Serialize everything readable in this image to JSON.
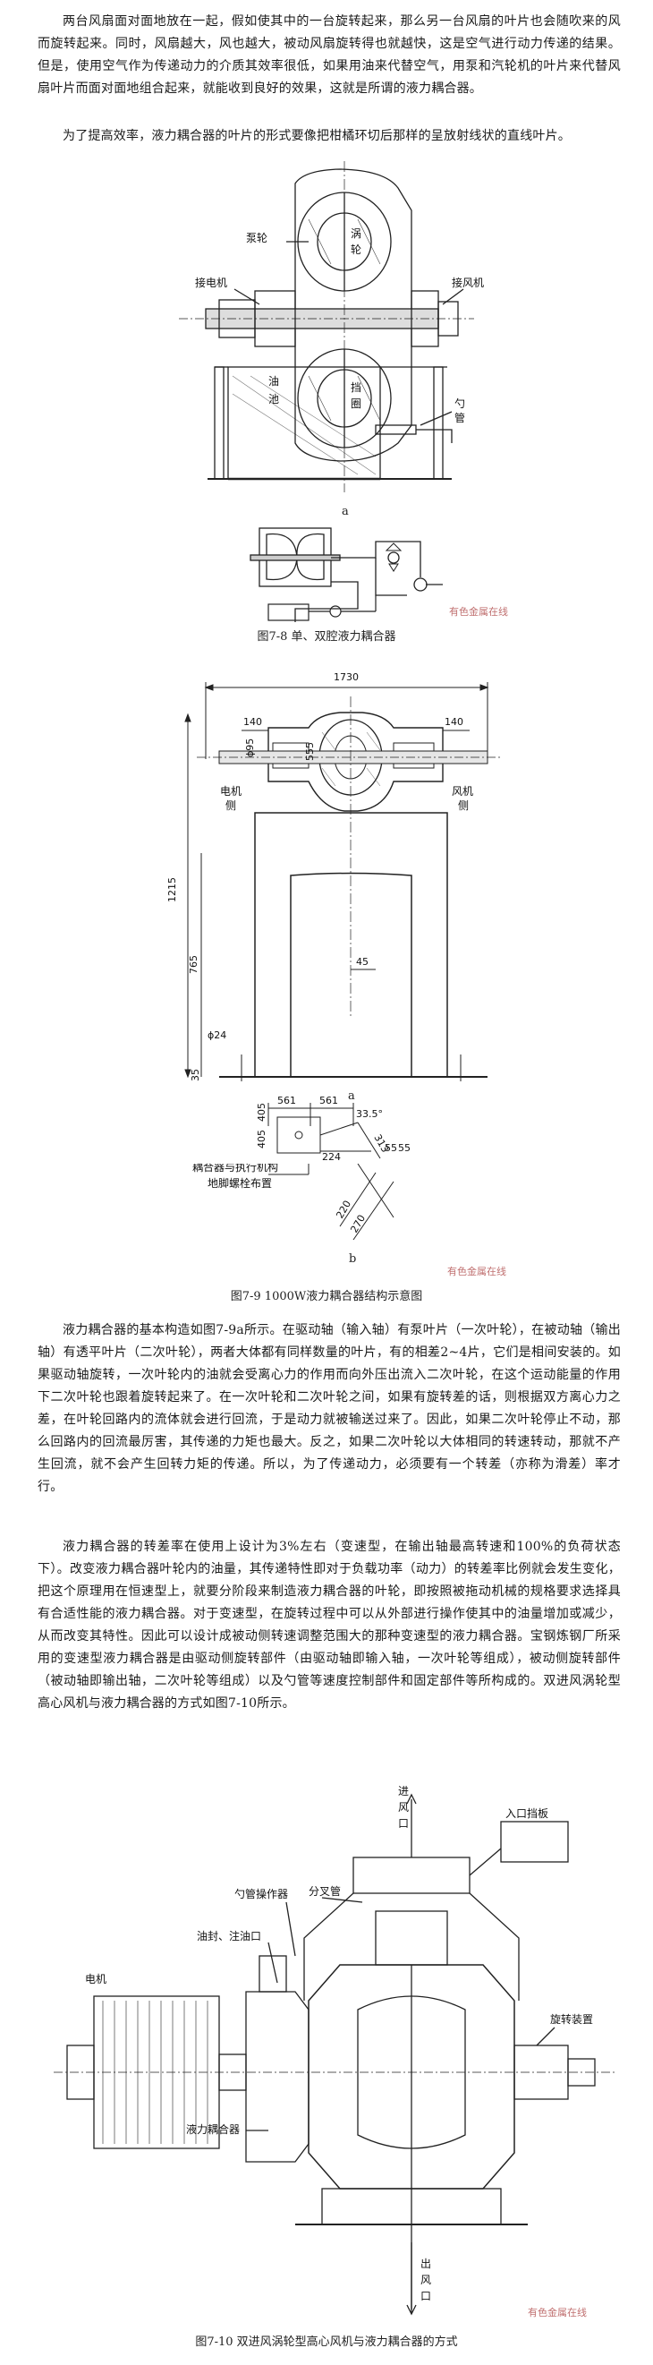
{
  "paragraphs": {
    "p1": "两台风扇面对面地放在一起，假如使其中的一台旋转起来，那么另一台风扇的叶片也会随吹来的风而旋转起来。同时，风扇越大，风也越大，被动风扇旋转得也就越快，这是空气进行动力传递的结果。但是，使用空气作为传递动力的介质其效率很低，如果用油来代替空气，用泵和汽轮机的叶片来代替风扇叶片而面对面地组合起来，就能收到良好的效果，这就是所谓的液力耦合器。",
    "p2": "为了提高效率，液力耦合器的叶片的形式要像把柑橘环切后那样的呈放射线状的直线叶片。",
    "p3": "液力耦合器的基本构造如图7-9a所示。在驱动轴（输入轴）有泵叶片（一次叶轮），在被动轴（输出轴）有透平叶片（二次叶轮），两者大体都有同样数量的叶片，有的相差2~4片，它们是相间安装的。如果驱动轴旋转，一次叶轮内的油就会受离心力的作用而向外压出流入二次叶轮，在这个运动能量的作用下二次叶轮也跟着旋转起来了。在一次叶轮和二次叶轮之间，如果有旋转差的话，则根据双方离心力之差，在叶轮回路内的流体就会进行回流，于是动力就被输送过来了。因此，如果二次叶轮停止不动，那么回路内的回流最厉害，其传递的力矩也最大。反之，如果二次叶轮以大体相同的转速转动，那就不产生回流，就不会产生回转力矩的传递。所以，为了传递动力，必须要有一个转差（亦称为滑差）率才行。",
    "p4": "液力耦合器的转差率在使用上设计为3%左右（变速型，在输出轴最高转速和100%的负荷状态下）。改变液力耦合器叶轮内的油量，其传递特性即对于负载功率（动力）的转差率比例就会发生变化，把这个原理用在恒速型上，就要分阶段来制造液力耦合器的叶轮，即按照被拖动机械的规格要求选择具有合适性能的液力耦合器。对于变速型，在旋转过程中可以从外部进行操作使其中的油量增加或减少，从而改变其特性。因此可以设计成被动侧转速调整范围大的那种变速型的液力耦合器。宝钢炼钢厂所采用的变速型液力耦合器是由驱动侧旋转部件（由驱动轴即输入轴，一次叶轮等组成），被动侧旋转部件（被动轴即输出轴，二次叶轮等组成）以及勺管等速度控制部件和固定部件等所构成的。双进风涡轮型高心风机与液力耦合器的方式如图7-10所示。"
  },
  "figures": {
    "fig8": {
      "caption": "图7-8  单、双腔液力耦合器",
      "sub_a": "a",
      "label_pump": "泵轮",
      "label_turbine_a": "涡",
      "label_turbine_b": "轮",
      "label_motor": "接电机",
      "label_fan": "接风机",
      "label_oil_a": "油",
      "label_oil_b": "池",
      "label_damper_a": "挡",
      "label_damper_b": "圈",
      "label_scoop_a": "勺",
      "label_scoop_b": "管"
    },
    "fig9": {
      "caption": "图7-9  1000W液力耦合器结构示意图",
      "sub_a": "a",
      "sub_b": "b",
      "label_motor_side_a": "电机",
      "label_motor_side_b": "侧",
      "label_fan_side_a": "风机",
      "label_fan_side_b": "侧",
      "label_anchor_a": "耦合器与执行机构",
      "label_anchor_b": "地脚螺栓布置",
      "dims": {
        "d1730": "1730",
        "d140l": "140",
        "d140r": "140",
        "d1215": "1215",
        "d765": "765",
        "d45": "45",
        "d24": "ϕ24",
        "d35": "35",
        "d95": "ϕ95",
        "d555": "555",
        "d561a": "561",
        "d561b": "561",
        "d405a": "405",
        "d405b": "405",
        "d224": "224",
        "d335": "33.5°",
        "d313": "313",
        "d55a": "55",
        "d55b": "55",
        "d220": "220",
        "d270": "270"
      }
    },
    "fig10": {
      "caption": "图7-10  双进风涡轮型高心风机与液力耦合器的方式",
      "label_inlet_a": "进",
      "label_inlet_b": "风",
      "label_inlet_c": "口",
      "label_split": "分叉管",
      "label_inlet_damper": "入口挡板",
      "label_scoop_op": "勺管操作器",
      "label_seal": "油封、注油口",
      "label_motor": "电机",
      "label_rotation": "旋转装置",
      "label_coupling": "液力耦合器",
      "label_outlet_a": "出",
      "label_outlet_b": "风",
      "label_outlet_c": "口"
    },
    "watermark": "有色金属在线"
  },
  "colors": {
    "watermark": "#c07070",
    "line": "#222222"
  }
}
